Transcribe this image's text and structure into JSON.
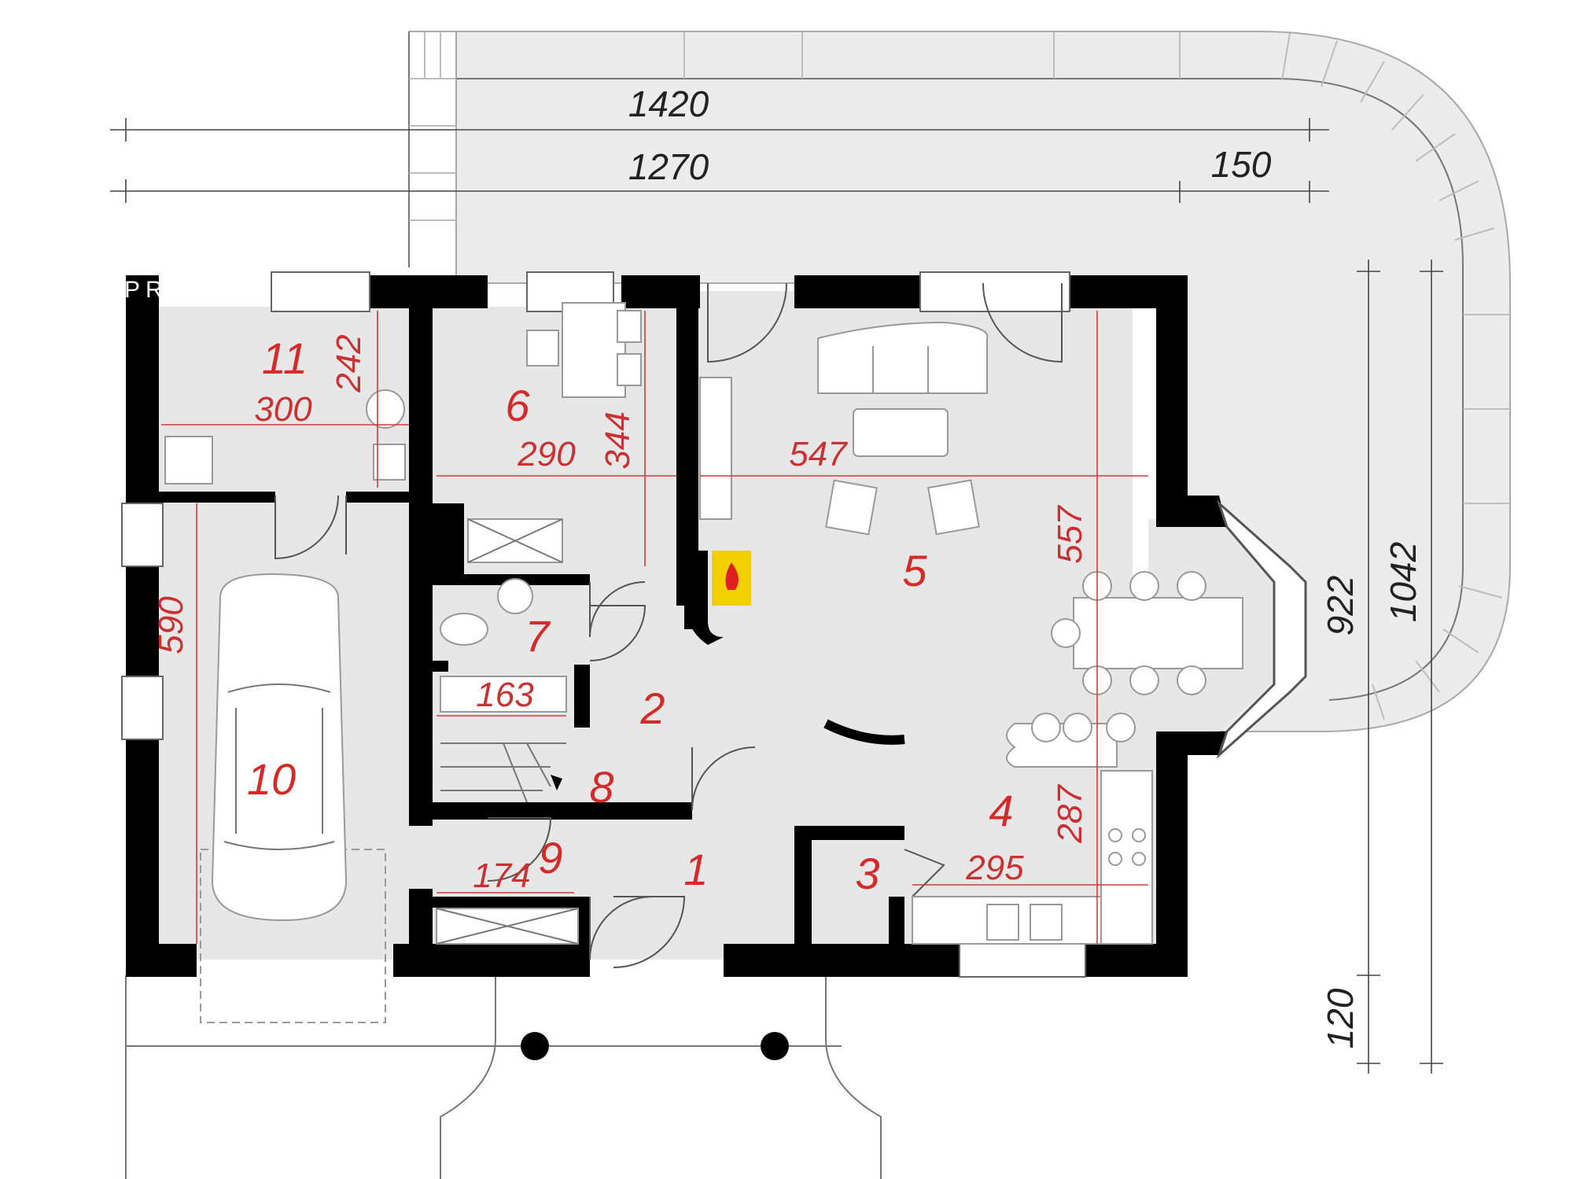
{
  "watermark": "PROPERTY",
  "outer_dimensions": {
    "top_total": "1420",
    "top_house": "1270",
    "top_bay": "150",
    "right_inner": "922",
    "right_outer": "1042",
    "right_bottom": "120"
  },
  "rooms": [
    {
      "number": "1"
    },
    {
      "number": "2"
    },
    {
      "number": "3"
    },
    {
      "number": "4"
    },
    {
      "number": "5"
    },
    {
      "number": "6"
    },
    {
      "number": "7"
    },
    {
      "number": "8"
    },
    {
      "number": "9"
    },
    {
      "number": "10"
    },
    {
      "number": "11"
    }
  ],
  "room_dimensions": {
    "r11_width": "300",
    "r11_depth": "242",
    "r6_width": "290",
    "r6_depth": "344",
    "r5_width": "547",
    "r5_depth": "557",
    "r10_depth": "590",
    "r7_width": "163",
    "r9_width": "174",
    "r4_width": "295",
    "r4_depth": "287"
  },
  "colors": {
    "walls": "#000000",
    "floor": "#e7e7e7",
    "room_labels": "#d42a2a",
    "fireplace": "#f2d000",
    "flame": "#e02020"
  }
}
